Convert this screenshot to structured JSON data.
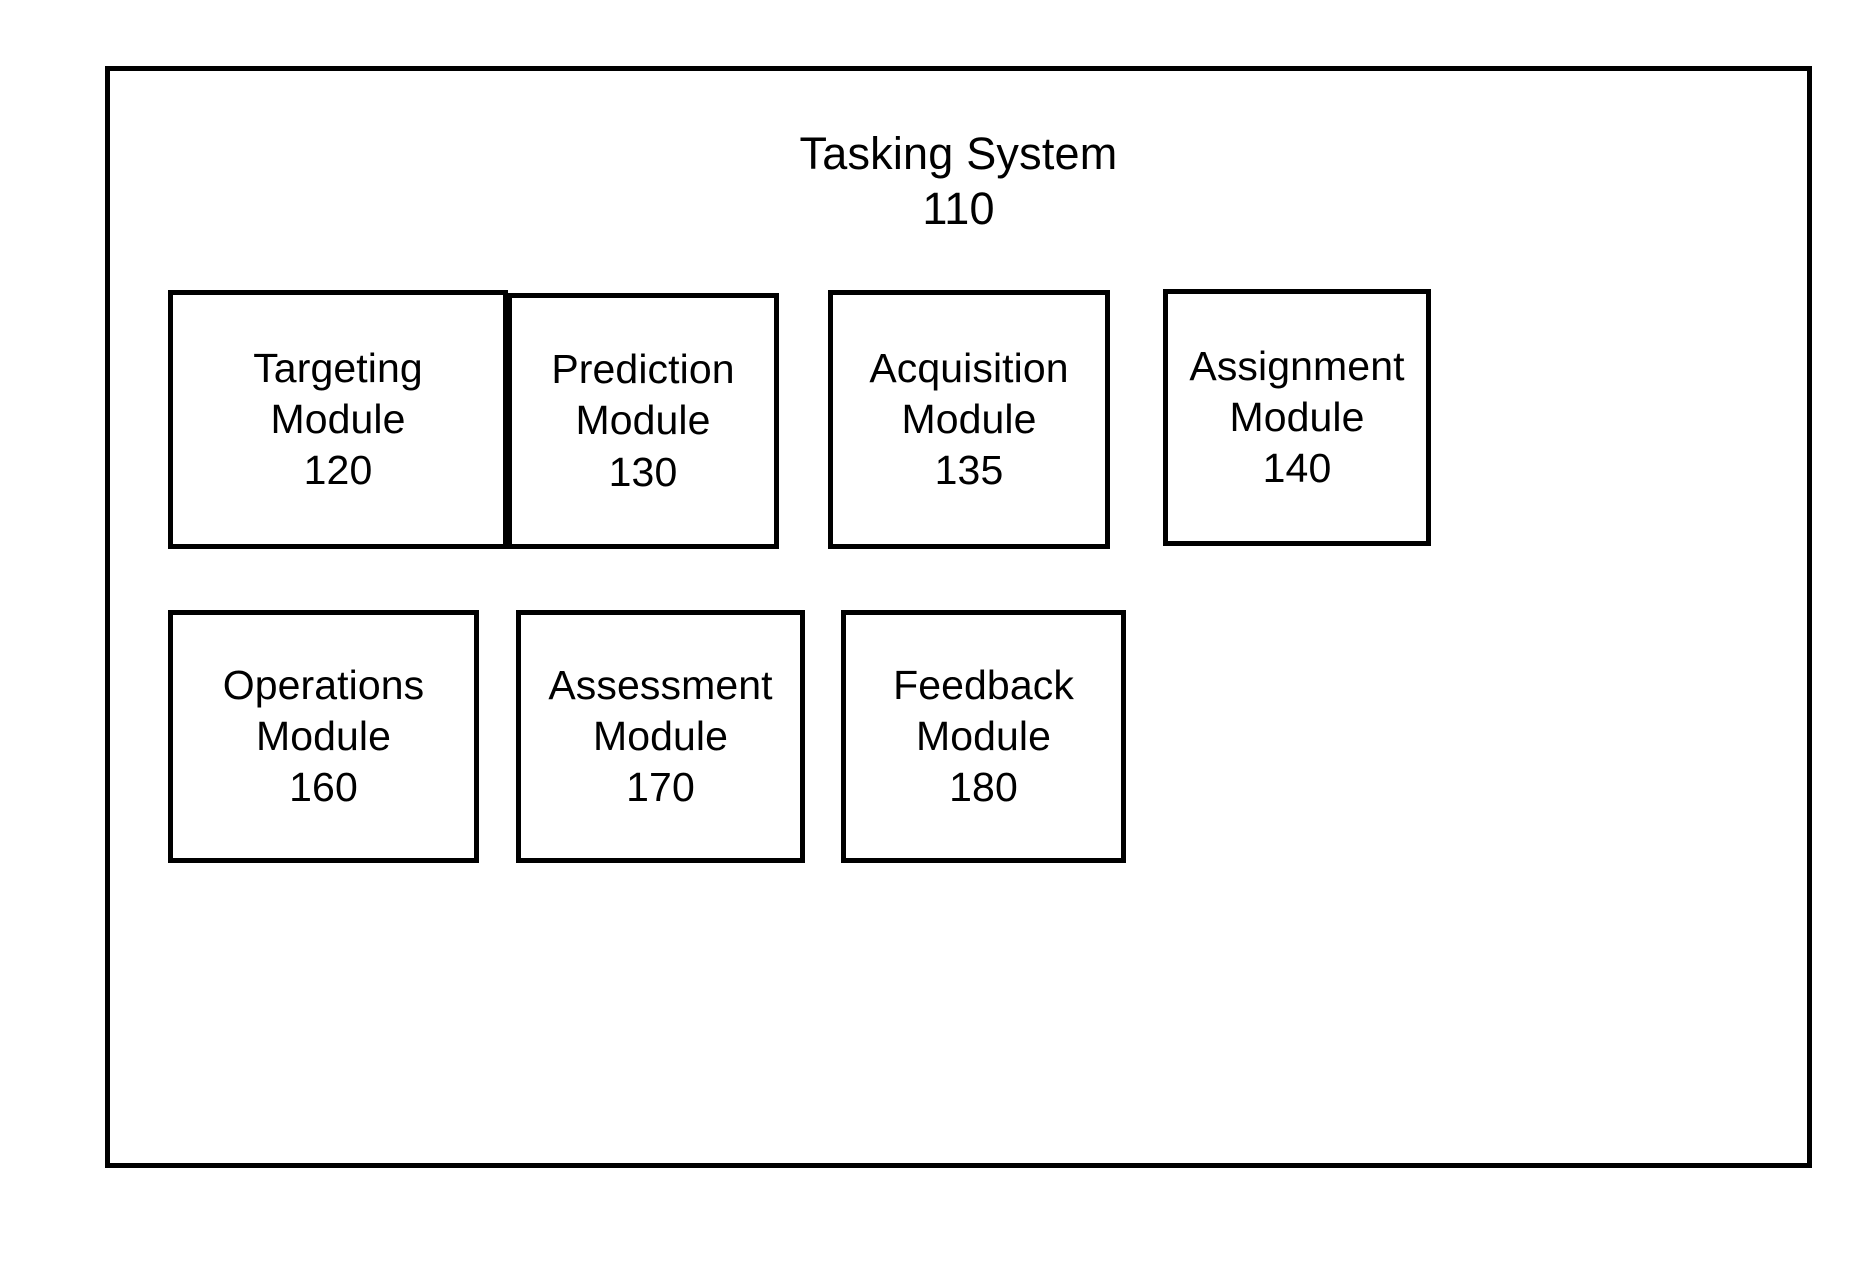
{
  "figure": {
    "type": "block-diagram",
    "background_color": "#ffffff",
    "line_color": "#000000"
  },
  "system": {
    "title": "Tasking System",
    "reference_numeral": "110"
  },
  "rows": [
    {
      "row_index": 1,
      "modules": [
        {
          "name": "Targeting",
          "word": "Module",
          "reference_numeral": "120"
        },
        {
          "name": "Prediction",
          "word": "Module",
          "reference_numeral": "130"
        },
        {
          "name": "Acquisition",
          "word": "Module",
          "reference_numeral": "135"
        },
        {
          "name": "Assignment",
          "word": "Module",
          "reference_numeral": "140"
        }
      ]
    },
    {
      "row_index": 2,
      "modules": [
        {
          "name": "Operations",
          "word": "Module",
          "reference_numeral": "160"
        },
        {
          "name": "Assessment",
          "word": "Module",
          "reference_numeral": "170"
        },
        {
          "name": "Feedback",
          "word": "Module",
          "reference_numeral": "180"
        }
      ]
    }
  ]
}
